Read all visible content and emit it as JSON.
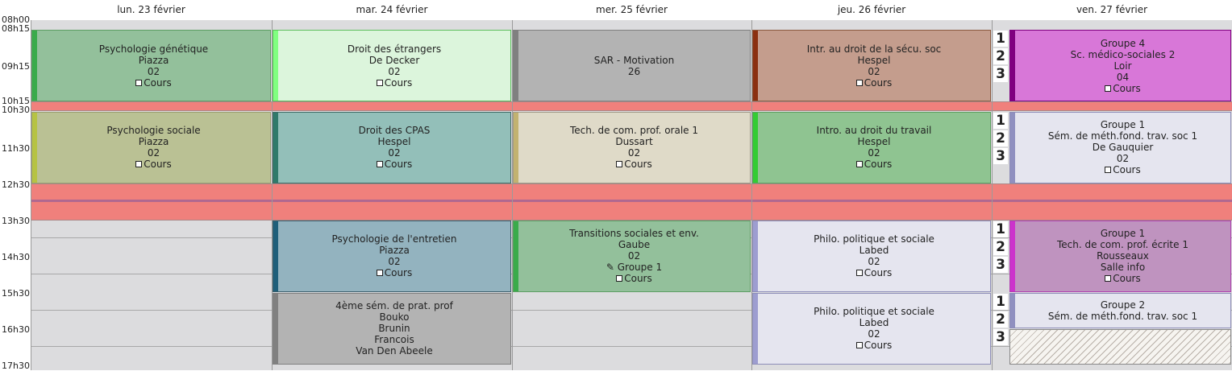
{
  "days": [
    "lun. 23 février",
    "mar. 24 février",
    "mer. 25 février",
    "jeu. 26 février",
    "ven. 27 février"
  ],
  "times": [
    "08h00",
    "08h15",
    "09h15",
    "10h15",
    "10h30",
    "11h30",
    "12h30",
    "13h30",
    "14h30",
    "15h30",
    "16h30",
    "17h30"
  ],
  "group_numbers": [
    "1",
    "2",
    "3"
  ],
  "colors": {
    "break": "#f0807c",
    "grid": "#dcdcde"
  },
  "events": [
    {
      "day": 0,
      "start": 8.25,
      "end": 10.25,
      "bg": "#93c09b",
      "stripe": "#3aab4a",
      "border": "#5d9e63",
      "lines": [
        "Psychologie génétique",
        "Piazza",
        "02"
      ],
      "type": "Cours"
    },
    {
      "day": 0,
      "start": 10.5,
      "end": 12.5,
      "bg": "#bac194",
      "stripe": "#b6c343",
      "border": "#9a9f70",
      "lines": [
        "Psychologie sociale",
        "Piazza",
        "02"
      ],
      "type": "Cours"
    },
    {
      "day": 1,
      "start": 8.25,
      "end": 10.25,
      "bg": "#dcf5dc",
      "stripe": "#80ff80",
      "border": "#5dbf5d",
      "lines": [
        "Droit des étrangers",
        "De Decker",
        "02"
      ],
      "type": "Cours"
    },
    {
      "day": 1,
      "start": 10.5,
      "end": 12.5,
      "bg": "#93bfb9",
      "stripe": "#2f7a6a",
      "border": "#406c66",
      "lines": [
        "Droit des CPAS",
        "Hespel",
        "02"
      ],
      "type": "Cours"
    },
    {
      "day": 1,
      "start": 13.5,
      "end": 15.5,
      "bg": "#93b3bf",
      "stripe": "#1f5f7a",
      "border": "#3d5f6c",
      "lines": [
        "Psychologie de l'entretien",
        "Piazza",
        "02"
      ],
      "type": "Cours"
    },
    {
      "day": 1,
      "start": 15.5,
      "end": 17.5,
      "bg": "#b3b3b3",
      "stripe": "#808080",
      "border": "#808080",
      "lines": [
        "4ème sém. de prat. prof",
        "Bouko",
        "Brunin",
        "Francois",
        "Van Den Abeele"
      ]
    },
    {
      "day": 2,
      "start": 8.25,
      "end": 10.25,
      "bg": "#b3b3b3",
      "stripe": "#808080",
      "border": "#808080",
      "lines": [
        "SAR - Motivation",
        "26"
      ]
    },
    {
      "day": 2,
      "start": 10.5,
      "end": 12.5,
      "bg": "#dfdac8",
      "stripe": "#c2b270",
      "border": "#9f9a88",
      "lines": [
        "Tech. de com. prof. orale 1",
        "Dussart",
        "02"
      ],
      "type": "Cours"
    },
    {
      "day": 2,
      "start": 13.5,
      "end": 15.5,
      "bg": "#93c09b",
      "stripe": "#3aab4a",
      "border": "#5d9e63",
      "lines": [
        "Transitions sociales et env.",
        "Gaube",
        "02"
      ],
      "note": "Groupe 1",
      "type": "Cours"
    },
    {
      "day": 3,
      "start": 8.25,
      "end": 10.25,
      "bg": "#c49d8d",
      "stripe": "#8b3010",
      "border": "#8b5a40",
      "lines": [
        "Intr. au droit de la sécu. soc",
        "Hespel",
        "02"
      ],
      "type": "Cours"
    },
    {
      "day": 3,
      "start": 10.5,
      "end": 12.5,
      "bg": "#8fc491",
      "stripe": "#33cc33",
      "border": "#5da060",
      "lines": [
        "Intro. au droit du travail",
        "Hespel",
        "02"
      ],
      "type": "Cours"
    },
    {
      "day": 3,
      "start": 13.5,
      "end": 15.5,
      "bg": "#e5e5ef",
      "stripe": "#9d9dd0",
      "border": "#8d8db8",
      "lines": [
        "Philo. politique et sociale",
        "Labed",
        "02"
      ],
      "type": "Cours"
    },
    {
      "day": 3,
      "start": 15.5,
      "end": 17.5,
      "bg": "#e5e5ef",
      "stripe": "#9d9dd0",
      "border": "#8d8db8",
      "lines": [
        "Philo. politique et sociale",
        "Labed",
        "02"
      ],
      "type": "Cours"
    },
    {
      "day": 4,
      "start": 8.25,
      "end": 10.25,
      "bg": "#d877d8",
      "stripe": "#800080",
      "border": "#800080",
      "lines": [
        "Groupe 4",
        "Sc. médico-sociales 2",
        "Loir",
        "04"
      ],
      "type": "Cours"
    },
    {
      "day": 4,
      "start": 10.5,
      "end": 12.5,
      "bg": "#e5e5ef",
      "stripe": "#9090c0",
      "border": "#8d8db8",
      "lines": [
        "Groupe 1",
        "Sém. de méth.fond. trav. soc 1",
        "De Gauquier",
        "02"
      ],
      "type": "Cours"
    },
    {
      "day": 4,
      "start": 13.5,
      "end": 15.5,
      "bg": "#bf93bf",
      "stripe": "#cc33cc",
      "border": "#b040b0",
      "lines": [
        "Groupe 1",
        "Tech. de com. prof. écrite 1",
        "Rousseaux",
        "Salle info"
      ],
      "type": "Cours"
    },
    {
      "day": 4,
      "start": 15.5,
      "end": 16.5,
      "bg": "#e5e5ef",
      "stripe": "#9090c0",
      "border": "#8d8db8",
      "lines": [
        "Groupe 2",
        "Sém. de méth.fond. trav. soc 1"
      ]
    }
  ]
}
